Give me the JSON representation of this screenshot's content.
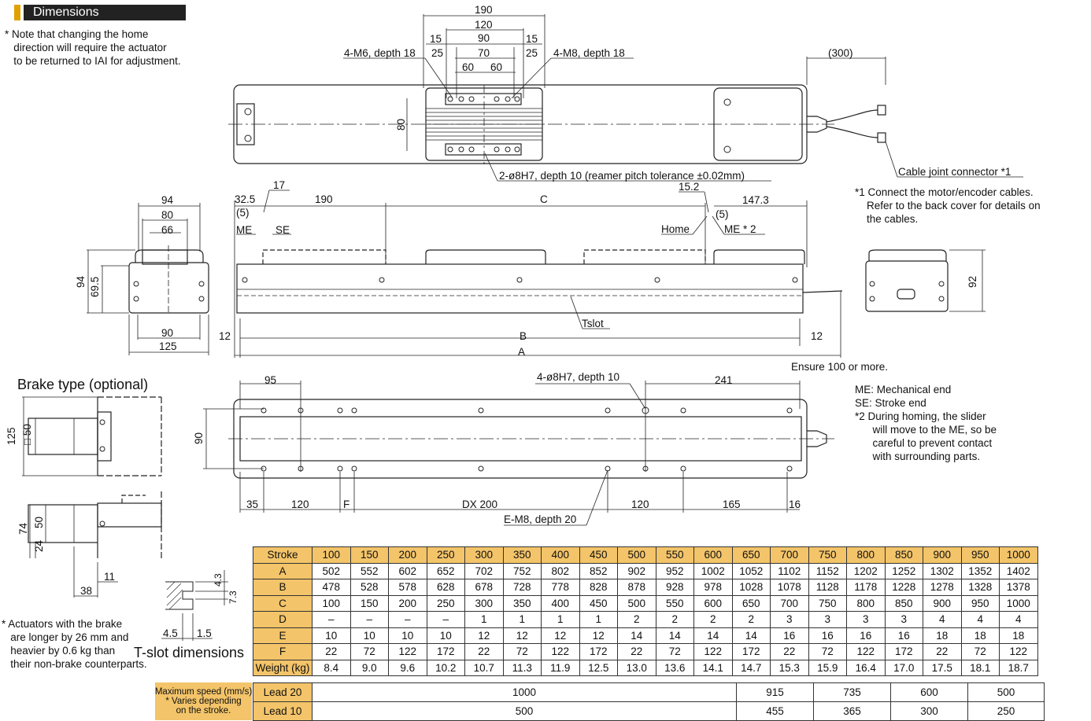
{
  "header": {
    "title": "Dimensions"
  },
  "notes": {
    "home_note": "* Note that changing the home\n   direction will require the actuator\n   to be returned to IAI for adjustment.",
    "cable_note": "*1 Connect the motor/encoder cables.\n    Refer to the back cover for details on\n    the cables.",
    "end_note": "ME: Mechanical end\nSE: Stroke end\n*2 During homing, the slider\n      will move to the ME, so be\n      careful to prevent contact\n      with surrounding parts.",
    "brake_note": "* Actuators with the brake\n   are longer by 26 mm and\n   heavier by 0.6 kg than\n   their non-brake counterparts."
  },
  "labels": {
    "brake_title": "Brake type (optional)",
    "tslot_title": "T-slot dimensions",
    "m6": "4-M6, depth 18",
    "m8": "4-M8, depth 18",
    "reamer": "2-ø8H7, depth 10 (reamer pitch tolerance ±0.02mm)",
    "cable_joint": "Cable joint connector *1",
    "tslot": "Tslot",
    "ensure": "Ensure 100 or more.",
    "h4": "4-ø8H7, depth 10",
    "em8": "E-M8, depth 20",
    "home": "Home",
    "me2": "ME * 2",
    "me": "ME",
    "se": "SE",
    "a": "A",
    "b": "B",
    "c": "C",
    "dx": "DX 200",
    "f": "F"
  },
  "dims": {
    "d190": "190",
    "d120": "120",
    "d90": "90",
    "d15a": "15",
    "d15b": "15",
    "d25a": "25",
    "d25b": "25",
    "d70": "70",
    "d60a": "60",
    "d60b": "60",
    "d300": "(300)",
    "d80": "80",
    "d17": "17",
    "d152": "15.2",
    "d325": "32.5",
    "d5a": "(5)",
    "d5b": "(5)",
    "d190b": "190",
    "d1473": "147.3",
    "d94": "94",
    "d80b": "80",
    "d66": "66",
    "d94v": "94",
    "d695": "69.5",
    "d90b": "90",
    "d125": "125",
    "d92": "92",
    "d12a": "12",
    "d12b": "12",
    "d95": "95",
    "d241": "241",
    "d90v": "90",
    "d35": "35",
    "d120b": "120",
    "d120c": "120",
    "d165": "165",
    "d16": "16",
    "d125v": "125",
    "dsq50": "□ 50",
    "d74": "74",
    "d50": "50",
    "d24": "24",
    "d11": "11",
    "d38": "38",
    "d43": "4.3",
    "d73": "7.3",
    "d45": "4.5",
    "d15": "1.5"
  },
  "table": {
    "headers": [
      "Stroke",
      "100",
      "150",
      "200",
      "250",
      "300",
      "350",
      "400",
      "450",
      "500",
      "550",
      "600",
      "650",
      "700",
      "750",
      "800",
      "850",
      "900",
      "950",
      "1000"
    ],
    "rows": [
      [
        "A",
        "502",
        "552",
        "602",
        "652",
        "702",
        "752",
        "802",
        "852",
        "902",
        "952",
        "1002",
        "1052",
        "1102",
        "1152",
        "1202",
        "1252",
        "1302",
        "1352",
        "1402"
      ],
      [
        "B",
        "478",
        "528",
        "578",
        "628",
        "678",
        "728",
        "778",
        "828",
        "878",
        "928",
        "978",
        "1028",
        "1078",
        "1128",
        "1178",
        "1228",
        "1278",
        "1328",
        "1378"
      ],
      [
        "C",
        "100",
        "150",
        "200",
        "250",
        "300",
        "350",
        "400",
        "450",
        "500",
        "550",
        "600",
        "650",
        "700",
        "750",
        "800",
        "850",
        "900",
        "950",
        "1000"
      ],
      [
        "D",
        "–",
        "–",
        "–",
        "–",
        "1",
        "1",
        "1",
        "1",
        "2",
        "2",
        "2",
        "2",
        "3",
        "3",
        "3",
        "3",
        "4",
        "4",
        "4"
      ],
      [
        "E",
        "10",
        "10",
        "10",
        "10",
        "12",
        "12",
        "12",
        "12",
        "14",
        "14",
        "14",
        "14",
        "16",
        "16",
        "16",
        "16",
        "18",
        "18",
        "18"
      ],
      [
        "F",
        "22",
        "72",
        "122",
        "172",
        "22",
        "72",
        "122",
        "172",
        "22",
        "72",
        "122",
        "172",
        "22",
        "72",
        "122",
        "172",
        "22",
        "72",
        "122"
      ],
      [
        "Weight (kg)",
        "8.4",
        "9.0",
        "9.6",
        "10.2",
        "10.7",
        "11.3",
        "11.9",
        "12.5",
        "13.0",
        "13.6",
        "14.1",
        "14.7",
        "15.3",
        "15.9",
        "16.4",
        "17.0",
        "17.5",
        "18.1",
        "18.7"
      ]
    ],
    "speed_label": "Maximum speed (mm/s)\n* Varies depending\non the stroke.",
    "lead20": {
      "label": "Lead 20",
      "v1": "1000",
      "v2": "915",
      "v3": "735",
      "v4": "600",
      "v5": "500"
    },
    "lead10": {
      "label": "Lead 10",
      "v1": "500",
      "v2": "455",
      "v3": "365",
      "v4": "300",
      "v5": "250"
    }
  },
  "colors": {
    "accent": "#e0a100",
    "table_header": "#f3c469"
  }
}
